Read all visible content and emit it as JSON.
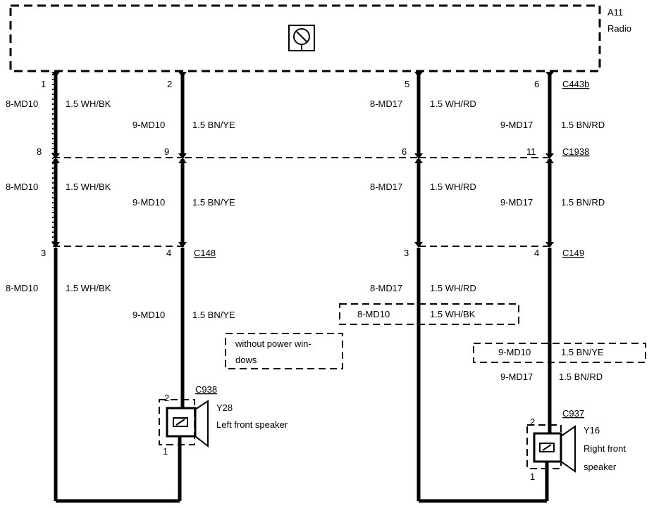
{
  "radio": {
    "id": "A11",
    "name": "Radio",
    "icon": "radio-symbol-icon"
  },
  "connectors": {
    "c443b": "C443b",
    "c1938": "C1938",
    "c148": "C148",
    "c149": "C149",
    "c938": "C938",
    "c937": "C937"
  },
  "pins": {
    "radio": [
      "1",
      "2",
      "5",
      "6"
    ],
    "c1938": [
      "8",
      "9",
      "6",
      "11"
    ],
    "c148": [
      "3",
      "4"
    ],
    "c149": [
      "3",
      "4"
    ],
    "y28": [
      "2",
      "1"
    ],
    "y16": [
      "2",
      "1"
    ]
  },
  "wires": {
    "md10_8": "8-MD10",
    "md10_9": "9-MD10",
    "md17_8": "8-MD17",
    "md17_9": "9-MD17",
    "wh_bk": "1.5 WH/BK",
    "bn_ye": "1.5 BN/YE",
    "wh_rd": "1.5 WH/RD",
    "bn_rd": "1.5 BN/RD"
  },
  "note": {
    "line1": "without power win-",
    "line2": "dows"
  },
  "speakers": {
    "left": {
      "id": "Y28",
      "name": "Left front speaker"
    },
    "right": {
      "id": "Y16",
      "name_line1": "Right front",
      "name_line2": "speaker"
    }
  }
}
